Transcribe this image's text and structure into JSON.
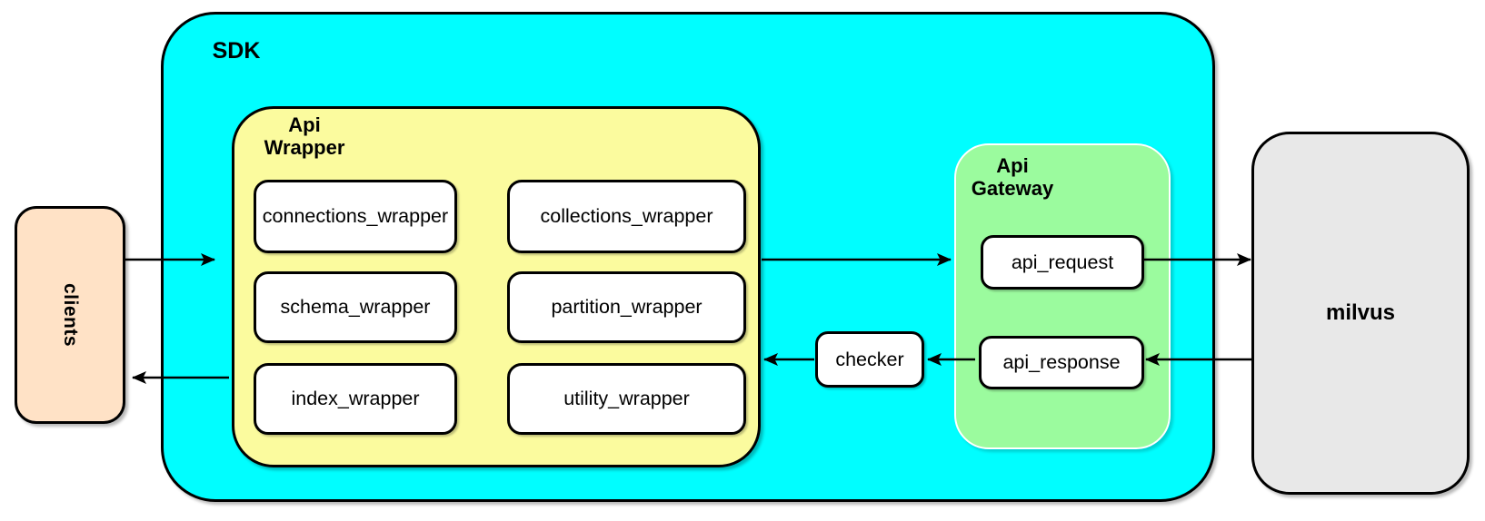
{
  "colors": {
    "background": "#ffffff",
    "sdk_fill": "#00feff",
    "api_wrapper_fill": "#fbfb9e",
    "api_gateway_fill": "#9bfb9e",
    "clients_fill": "#ffe2c6",
    "milvus_fill": "#e8e8e8",
    "node_fill": "#ffffff",
    "stroke": "#000000"
  },
  "diagram": {
    "clients": {
      "label": "clients"
    },
    "sdk": {
      "label": "SDK"
    },
    "api_wrapper": {
      "label": "Api\nWrapper",
      "items": [
        "connections_wrapper",
        "collections_wrapper",
        "schema_wrapper",
        "partition_wrapper",
        "index_wrapper",
        "utility_wrapper"
      ]
    },
    "checker": {
      "label": "checker"
    },
    "api_gateway": {
      "label": "Api\nGateway",
      "items": [
        "api_request",
        "api_response"
      ]
    },
    "milvus": {
      "label": "milvus"
    },
    "connections": [
      {
        "from": "clients",
        "to": "api_wrapper"
      },
      {
        "from": "api_wrapper",
        "to": "clients"
      },
      {
        "from": "api_wrapper",
        "to": "api_gateway"
      },
      {
        "from": "api_request",
        "to": "milvus"
      },
      {
        "from": "milvus",
        "to": "api_response"
      },
      {
        "from": "api_response",
        "to": "checker"
      },
      {
        "from": "checker",
        "to": "api_wrapper"
      }
    ]
  }
}
